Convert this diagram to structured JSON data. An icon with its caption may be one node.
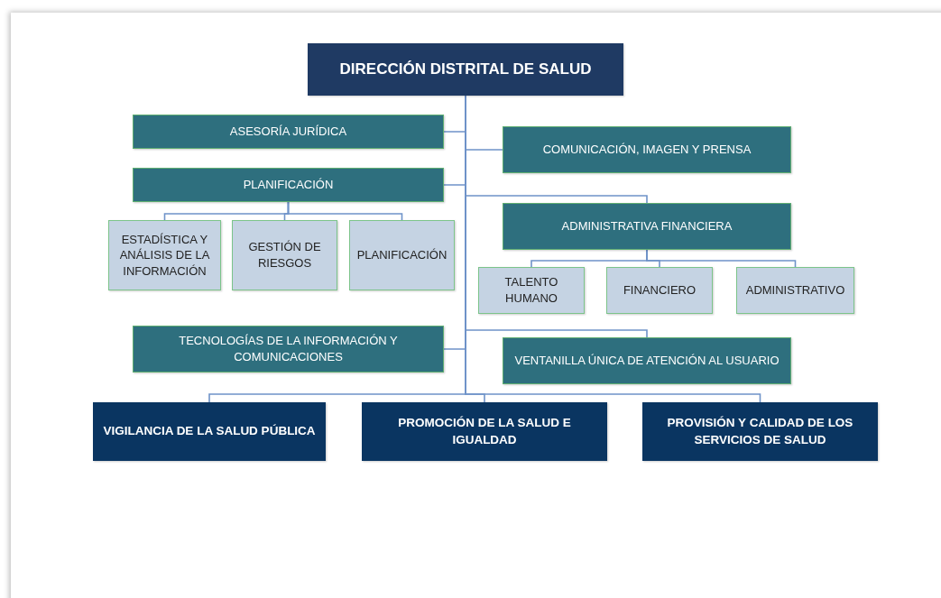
{
  "diagram": {
    "nodes": [
      {
        "text": [
          "DIRECCIÓN DISTRITAL DE SALUD"
        ]
      },
      {
        "text": [
          "ASESORÍA JURÍDICA"
        ]
      },
      {
        "text": [
          "COMUNICACIÓN, IMAGEN Y PRENSA"
        ]
      },
      {
        "text": [
          "PLANIFICACIÓN"
        ]
      },
      {
        "text": [
          "ESTADÍSTICA Y ANÁLISIS DE LA INFORMACIÓN"
        ]
      },
      {
        "text": [
          "GESTIÓN DE RIESGOS"
        ]
      },
      {
        "text": [
          "PLANIFICACIÓN"
        ]
      },
      {
        "text": [
          "ADMINISTRATIVA FINANCIERA"
        ]
      },
      {
        "text": [
          "TALENTO HUMANO"
        ]
      },
      {
        "text": [
          "FINANCIERO"
        ]
      },
      {
        "text": [
          "ADMINISTRATIVO"
        ]
      },
      {
        "text": [
          "TECNOLOGÍAS DE LA INFORMACIÓN Y COMUNICACIONES"
        ]
      },
      {
        "text": [
          "VENTANILLA ÚNICA DE ATENCIÓN AL USUARIO"
        ]
      },
      {
        "text": [
          "VIGILANCIA DE LA SALUD PÚBLICA"
        ]
      },
      {
        "text": [
          "PROMOCIÓN DE LA SALUD E IGUALDAD"
        ]
      },
      {
        "text": [
          "PROVISIÓN Y CALIDAD DE LOS SERVICIOS DE SALUD"
        ]
      }
    ],
    "edges": [
      {
        "from": 0,
        "to": 1,
        "arrow": "none"
      },
      {
        "from": 0,
        "to": 2,
        "arrow": "none"
      },
      {
        "from": 0,
        "to": 3,
        "arrow": "none"
      },
      {
        "from": 0,
        "to": 7,
        "arrow": "none"
      },
      {
        "from": 0,
        "to": 11,
        "arrow": "none"
      },
      {
        "from": 0,
        "to": 12,
        "arrow": "none"
      },
      {
        "from": 0,
        "to": 13,
        "arrow": "none"
      },
      {
        "from": 0,
        "to": 14,
        "arrow": "none"
      },
      {
        "from": 0,
        "to": 15,
        "arrow": "none"
      },
      {
        "from": 3,
        "to": 4,
        "arrow": "none"
      },
      {
        "from": 3,
        "to": 5,
        "arrow": "none"
      },
      {
        "from": 3,
        "to": 6,
        "arrow": "none"
      },
      {
        "from": 7,
        "to": 8,
        "arrow": "none"
      },
      {
        "from": 7,
        "to": 9,
        "arrow": "none"
      },
      {
        "from": 7,
        "to": 10,
        "arrow": "none"
      }
    ]
  }
}
